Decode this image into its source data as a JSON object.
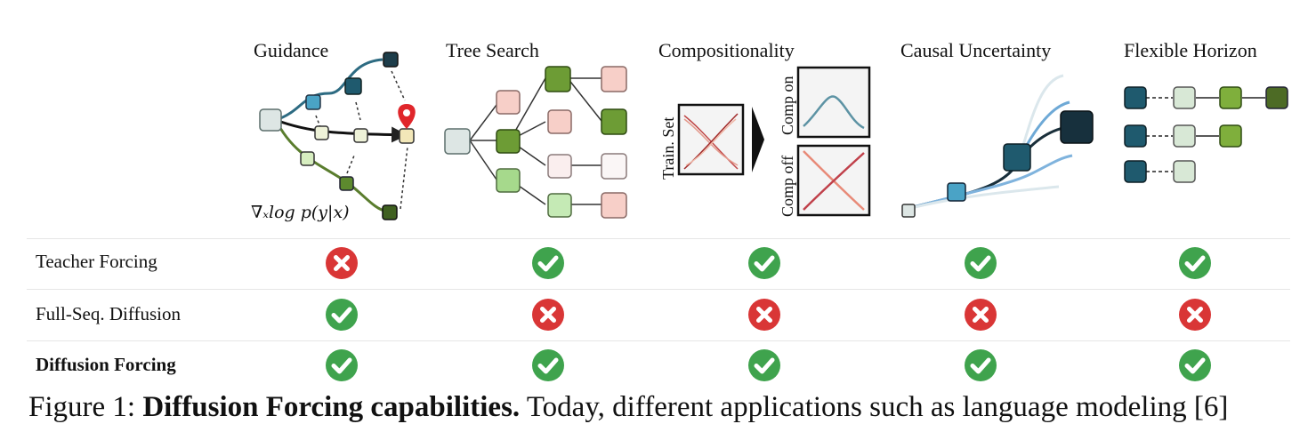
{
  "columns": [
    {
      "title": "Guidance"
    },
    {
      "title": "Tree Search"
    },
    {
      "title": "Compositionality"
    },
    {
      "title": "Causal Uncertainty"
    },
    {
      "title": "Flexible Horizon"
    }
  ],
  "guidance_formula": "∇ₓlog p(y|x)",
  "compositionality_labels": {
    "train_set": "Train. Set",
    "comp_on": "Comp on",
    "comp_off": "Comp off"
  },
  "rows": [
    {
      "label": "Teacher Forcing",
      "bold": false,
      "cells": [
        "no",
        "yes",
        "yes",
        "yes",
        "yes"
      ]
    },
    {
      "label": "Full-Seq. Diffusion",
      "bold": false,
      "cells": [
        "yes",
        "no",
        "no",
        "no",
        "no"
      ]
    },
    {
      "label": "Diffusion Forcing",
      "bold": true,
      "cells": [
        "yes",
        "yes",
        "yes",
        "yes",
        "yes"
      ]
    }
  ],
  "caption": {
    "prefix": "Figure 1:",
    "bold": "Diffusion Forcing capabilities.",
    "text": "Today, different applications such as language modeling [6]"
  },
  "colors": {
    "check_green": "#3fa34d",
    "cross_red": "#d93636",
    "node_dark_teal": "#1f5a6e",
    "node_teal": "#4aa3c6",
    "node_green": "#7faf3c",
    "node_light_green": "#a6d98c",
    "node_pink": "#f7cfc8",
    "node_pale": "#dde6e4"
  }
}
